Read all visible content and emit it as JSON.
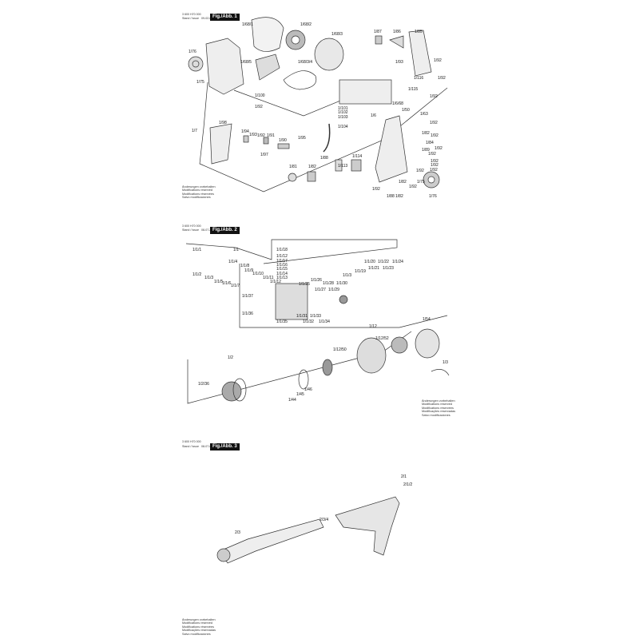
{
  "figures": [
    {
      "doc_number": "3 600 H70 000",
      "stand_issue": "Stand / Issue",
      "date": "09-02-05",
      "badge": "Fig./Abb. 1",
      "labels": [
        "1/68/1",
        "1/68/2",
        "1/68/3",
        "1/87",
        "1/86",
        "1/85",
        "1/76",
        "1/68/5",
        "1/68/3/4",
        "1/93",
        "1/92",
        "1/92",
        "1/116",
        "1/115",
        "1/75",
        "1/100",
        "1/92",
        "1/92",
        "1/6/68",
        "1/50",
        "1/63",
        "1/101",
        "1/102",
        "1/103",
        "1/104",
        "1/6",
        "1/7",
        "1/98",
        "1/94",
        "1/93",
        "1/92",
        "1/91",
        "1/90",
        "1/95",
        "1/97",
        "1/88",
        "1/114",
        "1/113",
        "1/81",
        "1/82",
        "1/92",
        "1/82",
        "1/92",
        "1/84",
        "1/92",
        "1/89",
        "1/92",
        "1/92",
        "1/92",
        "1/92",
        "1/92",
        "1/75",
        "1/82",
        "1/92",
        "1/92",
        "1/76",
        "1/88",
        "1/82"
      ],
      "footer": [
        "Änderungen vorbehalten",
        "Modifications reserved",
        "Modifications réservées",
        "Salvo modificaciones"
      ]
    },
    {
      "doc_number": "3 600 H70 000",
      "stand_issue": "Stand / Issue",
      "date": "08-07-22",
      "badge": "Fig./Abb. 2",
      "labels": [
        "1/1/1",
        "1/1",
        "1/1/4",
        "1/1/8",
        "1/1/9",
        "1/1/10",
        "1/1/11",
        "1/1/12",
        "1/1/2",
        "1/1/3",
        "1/1/5",
        "1/1/6",
        "1/1/7",
        "1/1/18",
        "1/1/12",
        "1/1/17",
        "1/1/16",
        "1/1/15",
        "1/1/14",
        "1/1/13",
        "1/1/25",
        "1/1/26",
        "1/1/27",
        "1/1/28",
        "1/1/29",
        "1/1/30",
        "1/1/3",
        "1/1/19",
        "1/1/20",
        "1/1/21",
        "1/1/22",
        "1/1/23",
        "1/1/24",
        "1/1/37",
        "1/1/36",
        "1/1/35",
        "1/1/31",
        "1/1/32",
        "1/1/33",
        "1/1/34",
        "1/12",
        "1/12/52",
        "1/12/50",
        "1/54",
        "1/3",
        "1/2",
        "1/2/36",
        "1/44",
        "1/45",
        "1/46"
      ],
      "footer": [
        "Änderungen vorbehalten",
        "Modifications reserved",
        "Modifications réservées",
        "Modificações reservadas",
        "Salvo modificaciones"
      ]
    },
    {
      "doc_number": "3 600 H70 000",
      "stand_issue": "Stand / Issue",
      "date": "08-07-02",
      "badge": "Fig./Abb. 3",
      "labels": [
        "2/1",
        "2/1/2",
        "2/3",
        "2/3/4"
      ],
      "footer": [
        "Änderungen vorbehalten",
        "Modifications reserved",
        "Modifications réservées",
        "Modificações reservadas",
        "Salvo modificaciones"
      ]
    }
  ]
}
